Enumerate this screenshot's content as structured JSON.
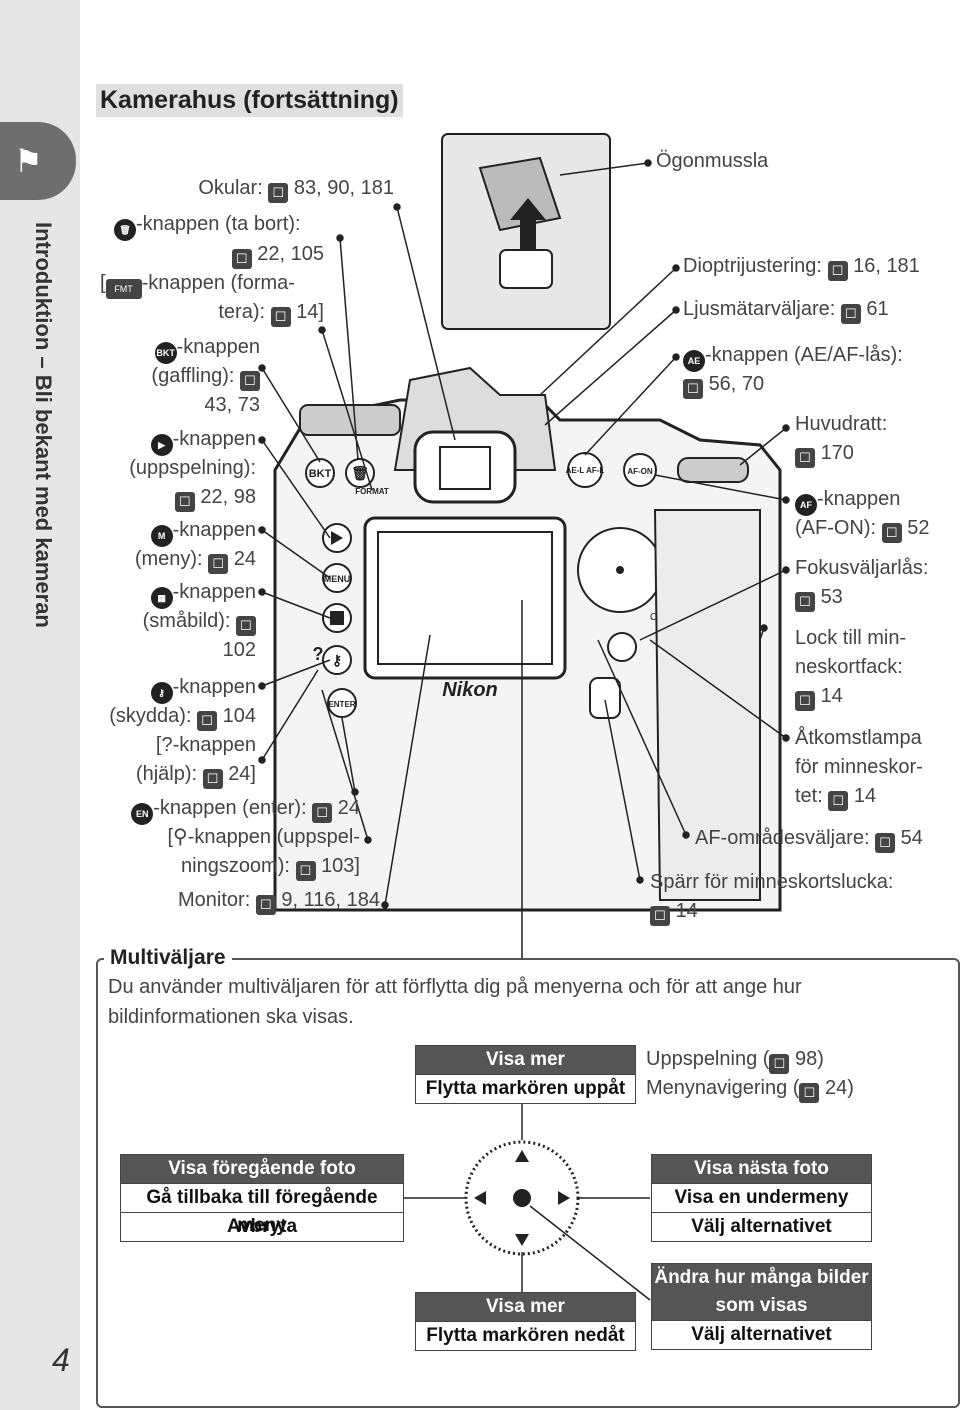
{
  "sidebar": {
    "section_title": "Introduktion – Bli bekant med kameran",
    "page_number": "4",
    "tab_icon": "rooster-icon"
  },
  "heading": "Kamerahus (fortsättning)",
  "left_labels": {
    "okular": "Okular:",
    "okular_refs": "83, 90, 181",
    "delete_a": "-knappen (ta bort):",
    "delete_refs": "22, 105",
    "format_a": "-knappen (forma-",
    "format_b": "tera):",
    "format_refs": "14]",
    "bkt_a": "-knappen",
    "bkt_b": "(gaffling):",
    "bkt_refs": "43, 73",
    "play_a": "-knappen",
    "play_b": "(uppspelning):",
    "play_refs": "22, 98",
    "menu_a": "-knappen",
    "menu_b": "(meny):",
    "menu_refs": "24",
    "thumb_a": "-knappen",
    "thumb_b": "(småbild):",
    "thumb_refs": "102",
    "protect_a": "-knappen",
    "protect_b": "(skydda):",
    "protect_refs": "104",
    "help_a": "[?-knappen",
    "help_b": "(hjälp):",
    "help_refs": "24]",
    "enter_a": "-knappen (enter):",
    "enter_refs": "24",
    "zoom_a": "[",
    "zoom_b": "-knappen (uppspel-",
    "zoom_c": "ningszoom):",
    "zoom_refs": "103]",
    "monitor": "Monitor:",
    "monitor_refs": "9, 116, 184"
  },
  "right_labels": {
    "eyecup": "Ögonmussla",
    "diopter": "Dioptrijustering:",
    "diopter_refs": "16, 181",
    "metering": "Ljusmätarväljare:",
    "metering_refs": "61",
    "aeaf_a": "-knappen (AE/AF-lås):",
    "aeaf_refs": "56, 70",
    "main_dial": "Huvudratt:",
    "main_dial_refs": "170",
    "afon_a": "-knappen",
    "afon_b": "(AF-ON):",
    "afon_refs": "52",
    "focus_lock": "Fokusväljarlås:",
    "focus_lock_refs": "53",
    "card_cover_a": "Lock till min-",
    "card_cover_b": "neskortfack:",
    "card_cover_refs": "14",
    "access_a": "Åtkomstlampa",
    "access_b": "för minneskor-",
    "access_c": "tet:",
    "access_refs": "14",
    "af_area": "AF-områdesväljare:",
    "af_area_refs": "54",
    "slot_lock": "Spärr för minneskortslucka:",
    "slot_lock_refs": "14"
  },
  "camera": {
    "brand": "Nikon",
    "btn_bkt": "BKT",
    "btn_menu": "MENU",
    "btn_enter": "ENTER",
    "btn_afon": "AF-ON",
    "btn_aeal": "AE-L AF-L",
    "btn_format": "FORMAT",
    "cf": "CF",
    "help": "?"
  },
  "multi": {
    "title": "Multiväljare",
    "text": "Du använder multiväljaren för att förflytta dig på menyerna och för att ange hur bildinformationen ska visas.",
    "up_1": "Visa mer fotoinformation",
    "up_2": "Flytta markören uppåt",
    "up_mode_1": "Uppspelning (",
    "up_mode_1_ref": "98)",
    "up_mode_2": "Menynavigering (",
    "up_mode_2_ref": "24)",
    "left_1": "Visa föregående foto",
    "left_2": "Gå tillbaka till föregående meny",
    "left_3": "Avbryta",
    "right_1": "Visa nästa foto",
    "right_2": "Visa en undermeny",
    "right_3": "Välj alternativet",
    "down_1": "Visa mer fotoinformation",
    "down_2": "Flytta markören nedåt",
    "center_1": "Ändra hur många bilder",
    "center_2": "som visas",
    "center_3": "Välj alternativet"
  }
}
